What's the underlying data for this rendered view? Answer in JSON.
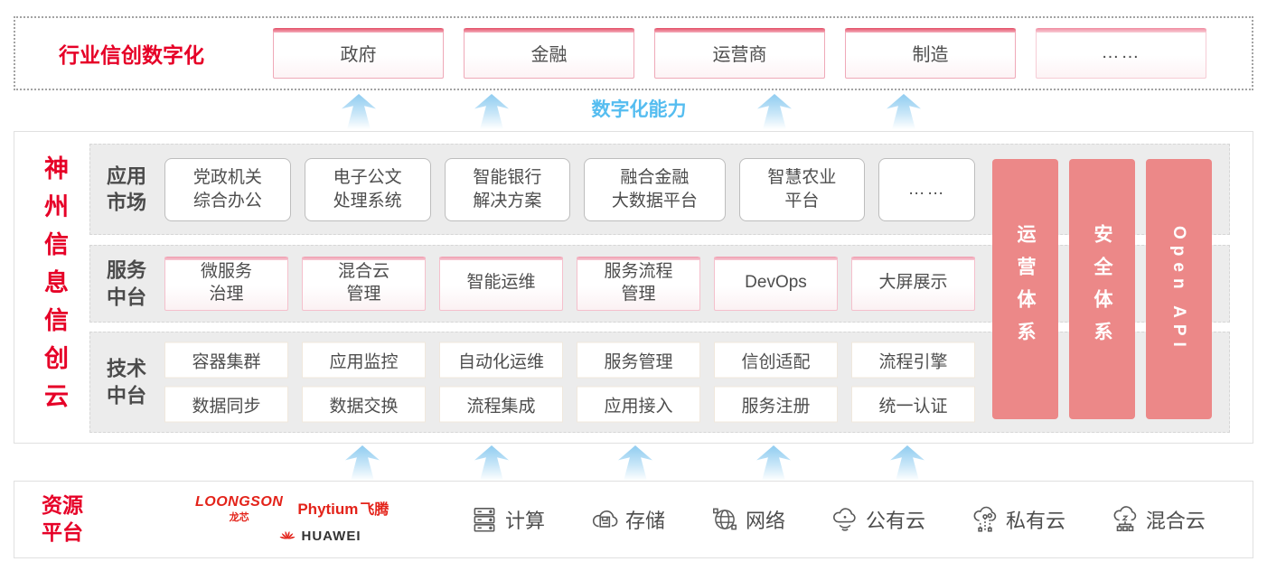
{
  "colors": {
    "brand_red": "#e60027",
    "logo_red": "#e32219",
    "pillar_pink": "#ec8888",
    "capability_blue": "#55bdf0",
    "accent_strip": "#e24e66",
    "panel_gray": "#ececec"
  },
  "top_banner": {
    "label": "行业信创数字化",
    "industries": [
      "政府",
      "金融",
      "运营商",
      "制造",
      "……"
    ]
  },
  "capability_label": "数字化能力",
  "platform": {
    "title": "神州信息信创云",
    "rows": [
      {
        "label": "应用\n市场",
        "items": [
          "党政机关\n综合办公",
          "电子公文\n处理系统",
          "智能银行\n解决方案",
          "融合金融\n大数据平台",
          "智慧农业\n平台",
          "……"
        ]
      },
      {
        "label": "服务\n中台",
        "items": [
          "微服务\n治理",
          "混合云\n管理",
          "智能运维",
          "服务流程\n管理",
          "DevOps",
          "大屏展示"
        ]
      },
      {
        "label": "技术\n中台",
        "row1": [
          "容器集群",
          "应用监控",
          "自动化运维",
          "服务管理",
          "信创适配",
          "流程引擎"
        ],
        "row2": [
          "数据同步",
          "数据交换",
          "流程集成",
          "应用接入",
          "服务注册",
          "统一认证"
        ]
      }
    ],
    "pillars": [
      "运营体系",
      "安全体系",
      "Open API"
    ]
  },
  "resources": {
    "label": "资源\n平台",
    "vendors": {
      "loongson": {
        "name": "LOONGSON",
        "sub": "龙芯"
      },
      "phytium": {
        "name": "Phytium",
        "sub": "飞腾"
      },
      "huawei": {
        "name": "HUAWEI"
      }
    },
    "items": [
      {
        "icon": "compute-icon",
        "label": "计算"
      },
      {
        "icon": "storage-icon",
        "label": "存储"
      },
      {
        "icon": "network-icon",
        "label": "网络"
      },
      {
        "icon": "public-cloud-icon",
        "label": "公有云"
      },
      {
        "icon": "private-cloud-icon",
        "label": "私有云"
      },
      {
        "icon": "hybrid-cloud-icon",
        "label": "混合云"
      }
    ]
  }
}
